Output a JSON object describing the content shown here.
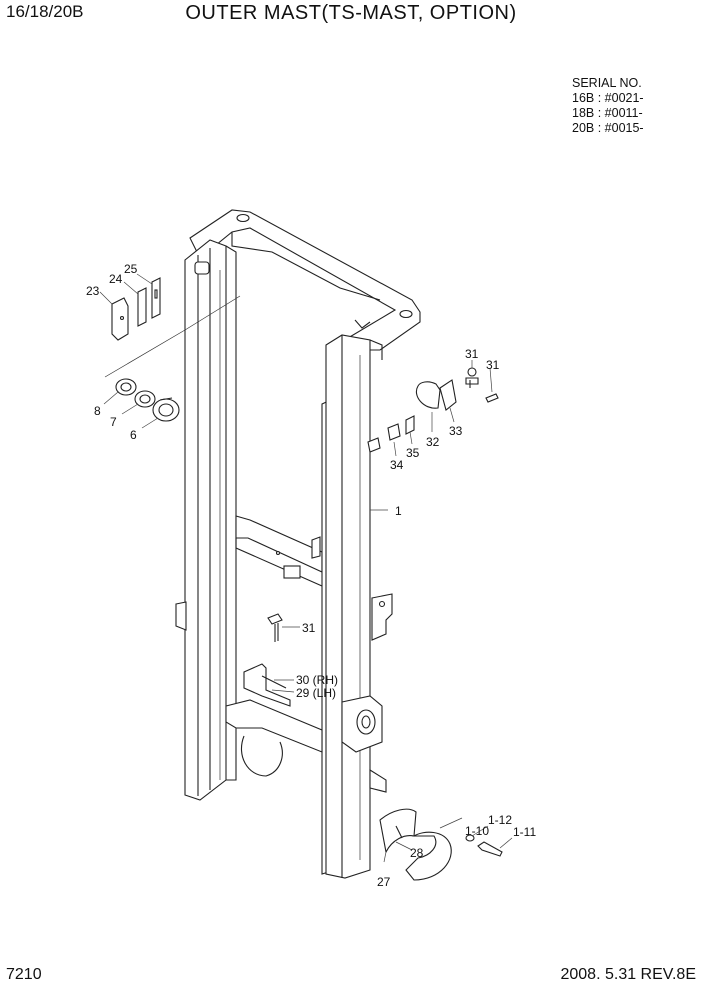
{
  "header": {
    "model": "16/18/20B",
    "title": "OUTER MAST(TS-MAST, OPTION)"
  },
  "serial": {
    "heading": "SERIAL NO.",
    "lines": [
      "16B : #0021-",
      "18B : #0011-",
      "20B : #0015-"
    ]
  },
  "callouts": {
    "c1": "1",
    "c1_10": "1-10",
    "c1_11": "1-11",
    "c1_12": "1-12",
    "c6": "6",
    "c7": "7",
    "c8": "8",
    "c23": "23",
    "c24": "24",
    "c25": "25",
    "c27": "27",
    "c28": "28",
    "c29": "29 (LH)",
    "c30": "30 (RH)",
    "c31a": "31",
    "c31b": "31",
    "c31c": "31",
    "c32": "32",
    "c33": "33",
    "c34": "34",
    "c35": "35"
  },
  "footer": {
    "page": "7210",
    "revision": "2008. 5.31  REV.8E"
  }
}
